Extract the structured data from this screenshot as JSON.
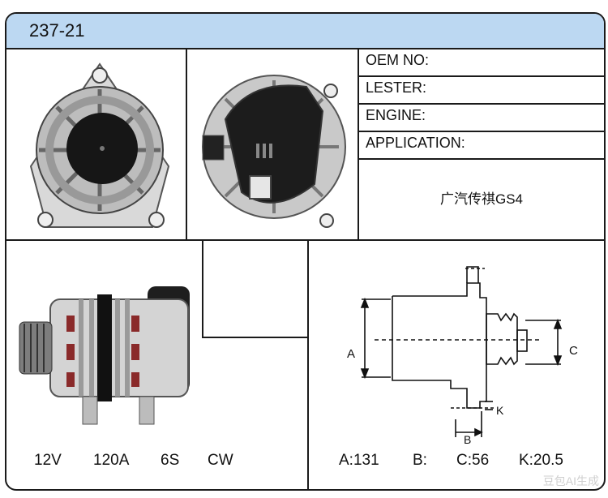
{
  "title": "237-21",
  "fields": {
    "oem_label": "OEM NO:",
    "lester_label": "LESTER:",
    "engine_label": "ENGINE:",
    "application_label": "APPLICATION:",
    "application_value": "广汽传祺GS4"
  },
  "specs": {
    "voltage": "12V",
    "amperage": "120A",
    "pulley": "6S",
    "rotation": "CW"
  },
  "dimensions": {
    "a_label": "A",
    "b_label": "B",
    "c_label": "C",
    "k_label": "K",
    "a_value": "A:131",
    "b_value": "B:",
    "c_value": "C:56",
    "k_value": "K:20.5"
  },
  "watermark": "豆包AI生成"
}
